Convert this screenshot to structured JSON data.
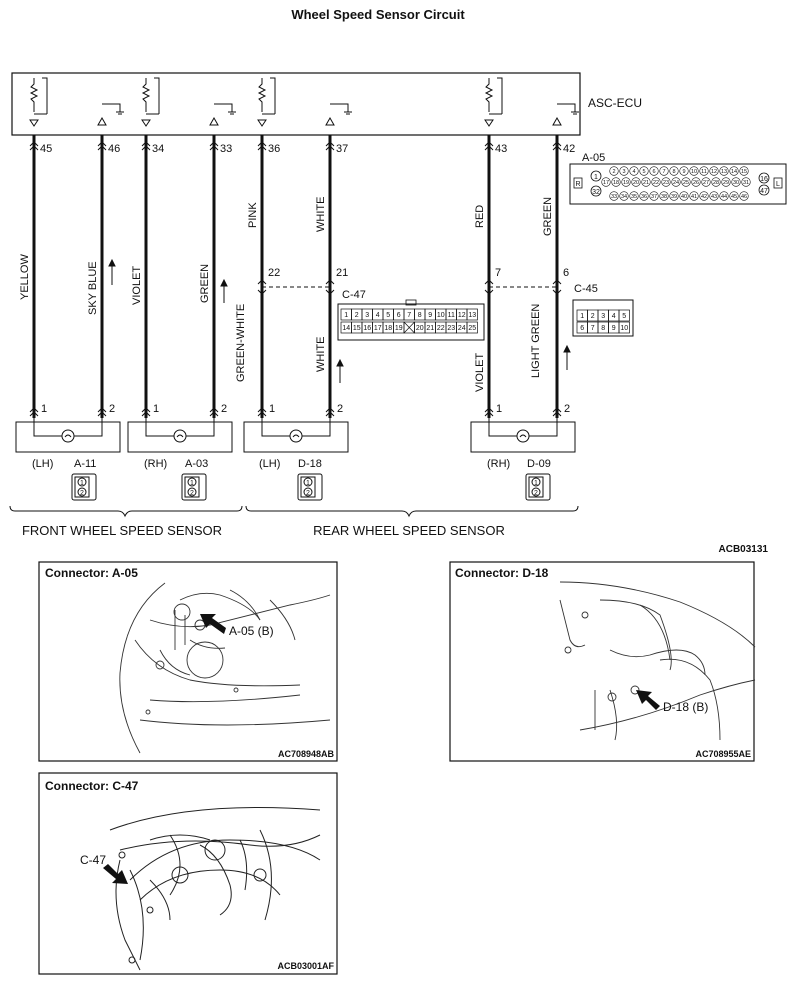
{
  "title": "Wheel Speed Sensor Circuit",
  "ecu_label": "ASC-ECU",
  "diagram_code": "ACB03131",
  "ecu_connector": {
    "name": "A-05",
    "side_left": "R",
    "side_right": "L",
    "row1_left": "1",
    "row1": [
      "2",
      "3",
      "4",
      "5",
      "6",
      "7",
      "8",
      "9",
      "10",
      "11",
      "12",
      "13",
      "14",
      "15"
    ],
    "row1_right": "16",
    "row2": [
      "17",
      "18",
      "19",
      "20",
      "21",
      "22",
      "23",
      "24",
      "25",
      "26",
      "27",
      "28",
      "29",
      "30",
      "31"
    ],
    "row2_left": "32",
    "row2_right": "47",
    "row3": [
      "33",
      "34",
      "35",
      "36",
      "37",
      "38",
      "39",
      "40",
      "41",
      "42",
      "43",
      "44",
      "45",
      "46"
    ]
  },
  "wires": [
    {
      "pin": "45",
      "color": "YELLOW"
    },
    {
      "pin": "46",
      "color": "SKY BLUE"
    },
    {
      "pin": "34",
      "color": "VIOLET"
    },
    {
      "pin": "33",
      "color": "GREEN"
    },
    {
      "pin": "36",
      "color": "PINK",
      "lower_color": "GREEN-WHITE",
      "junction_pin": "22",
      "lower_pin": "1"
    },
    {
      "pin": "37",
      "color": "WHITE",
      "lower_color": "WHITE",
      "junction_pin": "21",
      "lower_pin": "2"
    },
    {
      "pin": "43",
      "color": "RED",
      "lower_color": "VIOLET",
      "junction_pin": "7",
      "lower_pin": "1"
    },
    {
      "pin": "42",
      "color": "GREEN",
      "lower_color": "LIGHT GREEN",
      "junction_pin": "6",
      "lower_pin": "2"
    }
  ],
  "front_sensor_pins": [
    "1",
    "2",
    "1",
    "2"
  ],
  "connector_c47": {
    "name": "C-47",
    "row1": [
      "1",
      "2",
      "3",
      "4",
      "5",
      "6",
      "7",
      "8",
      "9",
      "10",
      "11",
      "12",
      "13"
    ],
    "row2": [
      "14",
      "15",
      "16",
      "17",
      "18",
      "19",
      "",
      "20",
      "21",
      "22",
      "23",
      "24",
      "25"
    ]
  },
  "connector_c45": {
    "name": "C-45",
    "row1": [
      "1",
      "2",
      "3",
      "4",
      "5"
    ],
    "row2": [
      "6",
      "7",
      "8",
      "9",
      "10"
    ]
  },
  "sensors": [
    {
      "side": "(LH)",
      "connector": "A-11"
    },
    {
      "side": "(RH)",
      "connector": "A-03"
    },
    {
      "side": "(LH)",
      "connector": "D-18"
    },
    {
      "side": "(RH)",
      "connector": "D-09"
    }
  ],
  "sensor_pin_labels": [
    "1",
    "2"
  ],
  "group_labels": {
    "front": "FRONT WHEEL SPEED SENSOR",
    "rear": "REAR WHEEL SPEED SENSOR"
  },
  "locators": [
    {
      "title": "Connector: A-05",
      "callout": "A-05 (B)",
      "code": "AC708948AB"
    },
    {
      "title": "Connector: D-18",
      "callout": "D-18 (B)",
      "code": "AC708955AE"
    },
    {
      "title": "Connector: C-47",
      "callout": "C-47",
      "code": "ACB03001AF"
    }
  ]
}
